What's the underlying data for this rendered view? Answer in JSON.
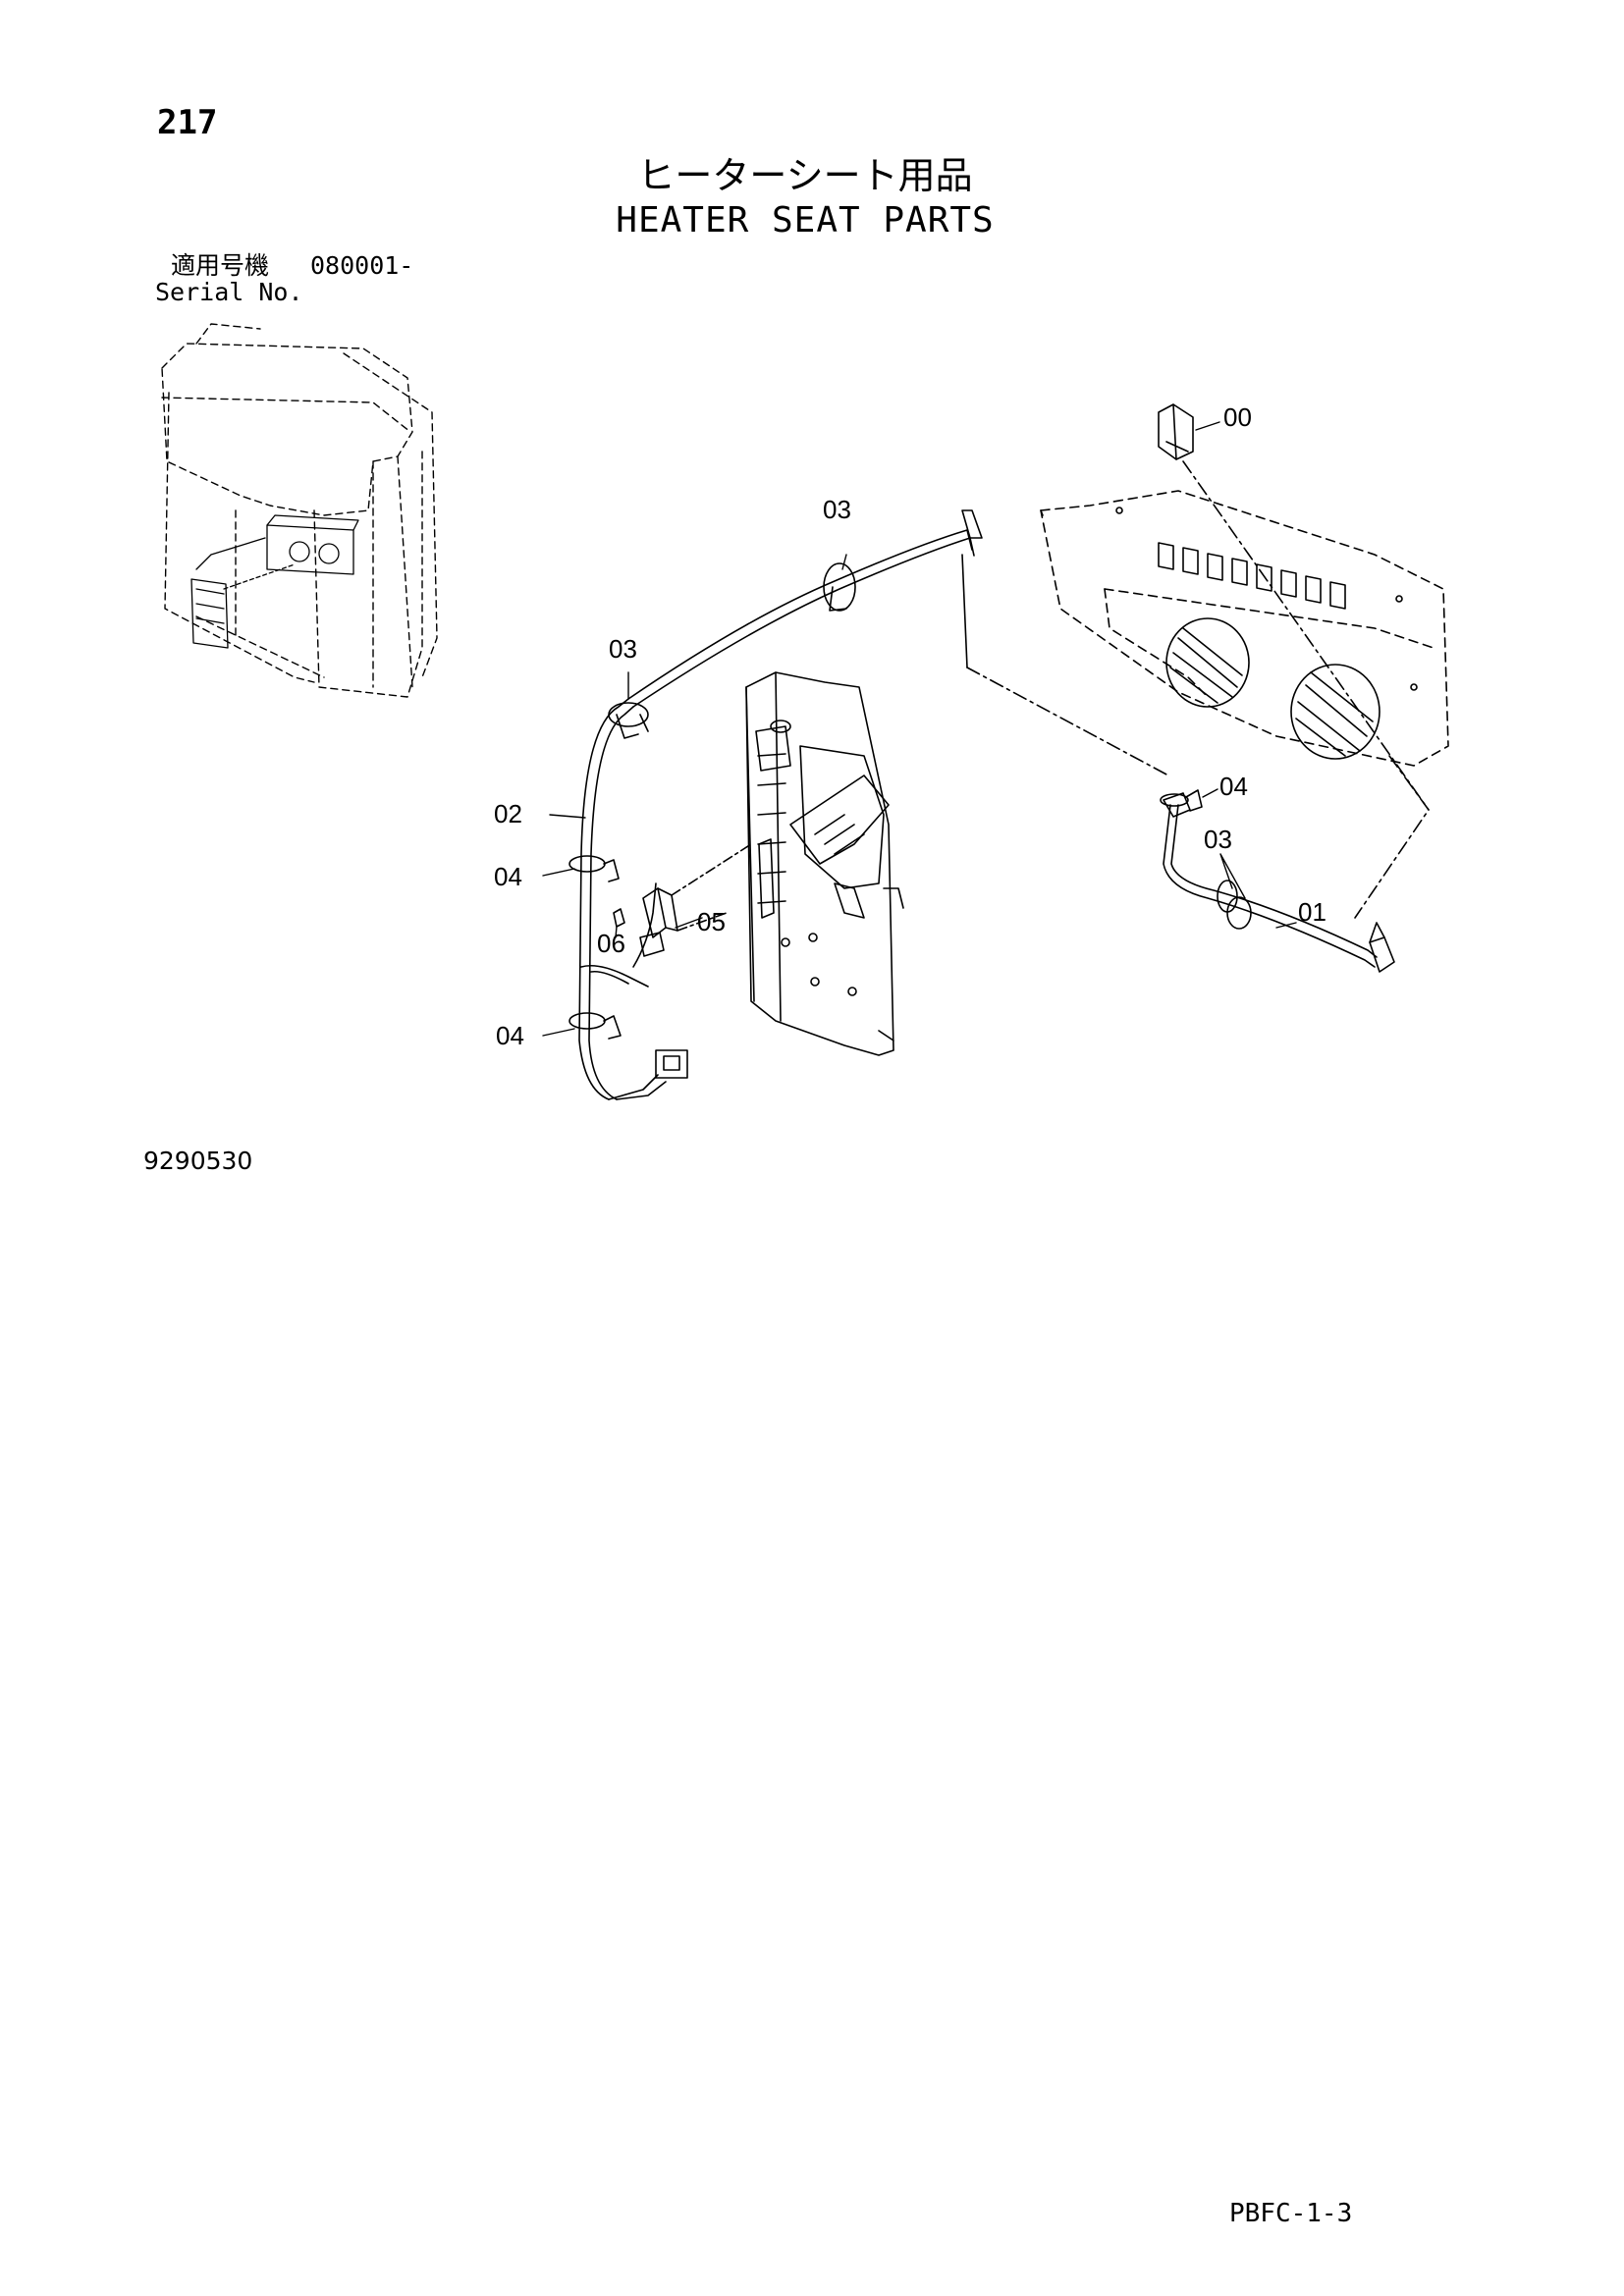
{
  "header": {
    "page_number": "217",
    "title_jp": "ヒーターシート用品",
    "title_en": "HEATER SEAT PARTS"
  },
  "serial": {
    "label_jp": "適用号機",
    "value": "080001-",
    "label_en": "Serial No."
  },
  "diagram": {
    "callouts": {
      "c00": "00",
      "c01": "01",
      "c02": "02",
      "c03a": "03",
      "c03b": "03",
      "c03c": "03",
      "c04a": "04",
      "c04b": "04",
      "c04c": "04",
      "c05": "05",
      "c06": "06"
    }
  },
  "footer": {
    "figure_number": "9290530",
    "page_code": "PBFC-1-3"
  }
}
